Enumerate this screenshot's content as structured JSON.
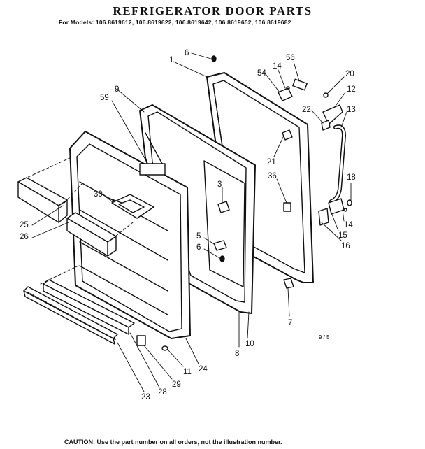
{
  "title": "REFRIGERATOR DOOR PARTS",
  "models_line": "For Models: 106.8619612, 106.8619622, 106.8619642, 106.8619652, 106.8619682",
  "caution": "CAUTION: Use the part number on all orders, not the illustration number.",
  "drawing_code": "9 / 5",
  "callouts": {
    "c6a": "6",
    "c1": "1",
    "c56": "56",
    "c14a": "14",
    "c54": "54",
    "c20": "20",
    "c12": "12",
    "c9": "9",
    "c59": "59",
    "c22": "22",
    "c13": "13",
    "c21": "21",
    "c36": "36",
    "c3": "3",
    "c30": "30",
    "c18": "18",
    "c25": "25",
    "c26": "26",
    "c14b": "14",
    "c15": "15",
    "c16": "16",
    "c5": "5",
    "c6b": "6",
    "c7": "7",
    "c8": "8",
    "c10": "10",
    "c11": "11",
    "c24": "24",
    "c29": "29",
    "c28": "28",
    "c23": "23"
  }
}
